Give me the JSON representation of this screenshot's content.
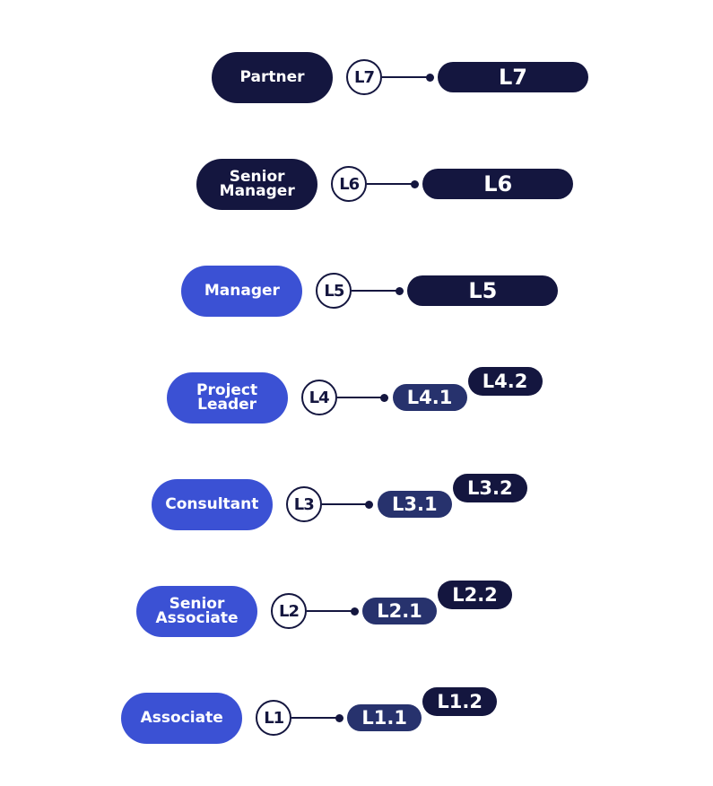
{
  "levels": [
    {
      "role": "Partner",
      "code": "L7",
      "style": "dark",
      "lines": 1,
      "grades": [
        "L7"
      ]
    },
    {
      "role": "Senior\nManager",
      "code": "L6",
      "style": "dark",
      "lines": 2,
      "grades": [
        "L6"
      ]
    },
    {
      "role": "Manager",
      "code": "L5",
      "style": "blue",
      "lines": 1,
      "grades": [
        "L5"
      ]
    },
    {
      "role": "Project\nLeader",
      "code": "L4",
      "style": "blue",
      "lines": 2,
      "grades": [
        "L4.1",
        "L4.2"
      ]
    },
    {
      "role": "Consultant",
      "code": "L3",
      "style": "blue",
      "lines": 1,
      "grades": [
        "L3.1",
        "L3.2"
      ]
    },
    {
      "role": "Senior\nAssociate",
      "code": "L2",
      "style": "blue",
      "lines": 2,
      "grades": [
        "L2.1",
        "L2.2"
      ]
    },
    {
      "role": "Associate",
      "code": "L1",
      "style": "blue",
      "lines": 1,
      "grades": [
        "L1.1",
        "L1.2"
      ]
    }
  ],
  "colors": {
    "navy": "#14163f",
    "blue": "#3b51d4",
    "sub_grade": "#27326d"
  }
}
